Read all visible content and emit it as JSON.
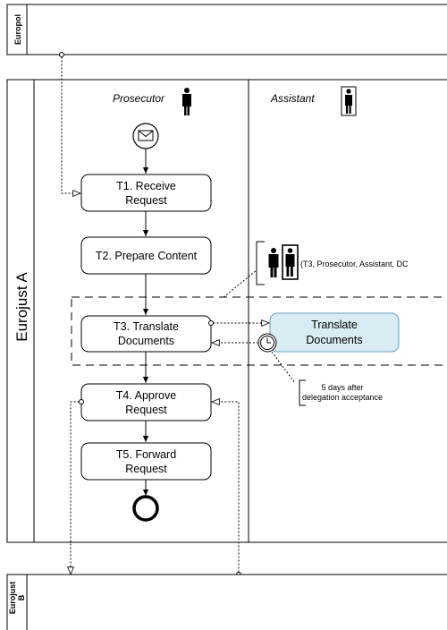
{
  "pools": {
    "europol": {
      "title": "Europol"
    },
    "eurojust_a": {
      "title": "Eurojust A"
    },
    "eurojust_b": {
      "title_line1": "Eurojust",
      "title_line2": "B"
    }
  },
  "lanes": {
    "prosecutor": {
      "label": "Prosecutor"
    },
    "assistant": {
      "label": "Assistant"
    }
  },
  "tasks": {
    "t1": {
      "line1": "T1. Receive",
      "line2": "Request"
    },
    "t2": {
      "line1": "T2. Prepare Content"
    },
    "t3": {
      "line1": "T3. Translate",
      "line2": "Documents"
    },
    "t4": {
      "line1": "T4. Approve",
      "line2": "Request"
    },
    "t5": {
      "line1": "T5. Forward",
      "line2": "Request"
    },
    "translate": {
      "line1": "Translate",
      "line2": "Documents"
    }
  },
  "annotations": {
    "delegation": "(T3, Prosecutor, Assistant, DC",
    "timer_line1": "5 days after",
    "timer_line2": "delegation acceptance"
  },
  "colors": {
    "stroke": "#000000",
    "delegated_task_fill": "#d8ecf4",
    "delegated_task_stroke": "#6a9fb8",
    "background": "#ffffff"
  }
}
